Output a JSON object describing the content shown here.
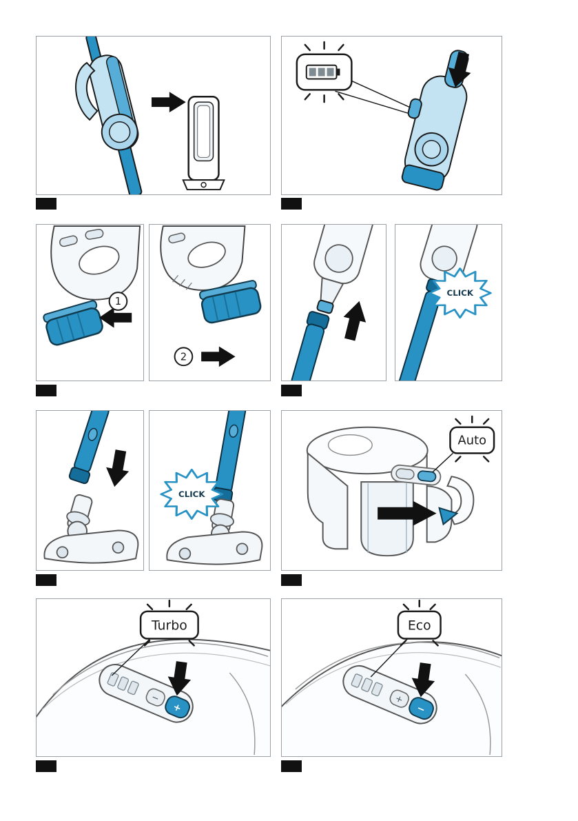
{
  "page": {
    "background": "#ffffff",
    "panel_border": "#9aa0a6"
  },
  "colors": {
    "blue_primary": "#2792c3",
    "blue_mid": "#56aed8",
    "blue_light": "#c3e3f2",
    "blue_dark": "#156e99",
    "outline": "#1a1a1a",
    "badge_background": "#111111"
  },
  "labels": {
    "click_upper": "CLICK",
    "click_lower": "CLICK",
    "auto": "Auto",
    "turbo": "Turbo",
    "eco": "Eco",
    "step_one": "1",
    "step_two": "2",
    "plus": "+",
    "minus": "−"
  },
  "badges": [
    "",
    "",
    "",
    "",
    "",
    "",
    "",
    ""
  ],
  "icons": [
    "arrow-right-icon",
    "arrow-down-icon",
    "arrow-left-icon",
    "arrow-up-icon",
    "click-burst",
    "blink-rays",
    "battery-icon",
    "step-circle",
    "charging-dock",
    "handheld-vacuum",
    "battery-pack",
    "suction-tube",
    "floor-nozzle",
    "control-panel"
  ]
}
